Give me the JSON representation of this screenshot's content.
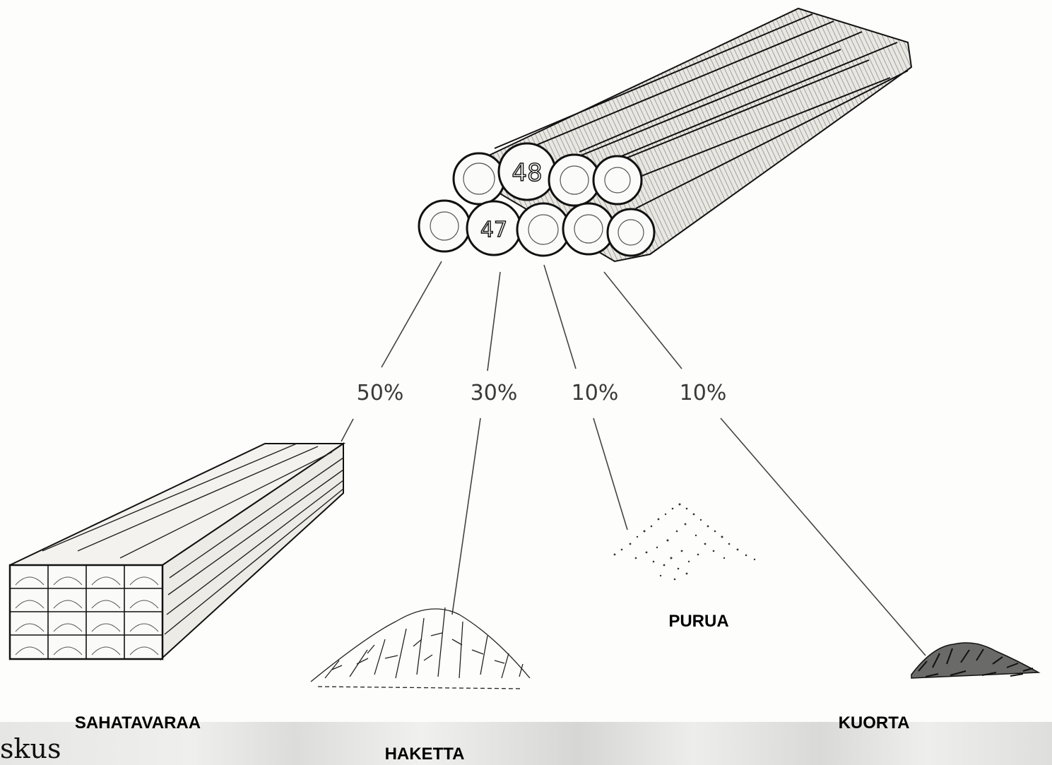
{
  "diagram": {
    "branches": [
      {
        "key": "sawn",
        "percent": "50%",
        "product": "SAHATAVARAA"
      },
      {
        "key": "chips",
        "percent": "30%",
        "product": "HAKETTA"
      },
      {
        "key": "sawdust",
        "percent": "10%",
        "product": "PURUA"
      },
      {
        "key": "bark",
        "percent": "10%",
        "product": "KUORTA"
      }
    ],
    "log_markings": [
      "48",
      "47"
    ]
  },
  "page_fragment": "skus"
}
